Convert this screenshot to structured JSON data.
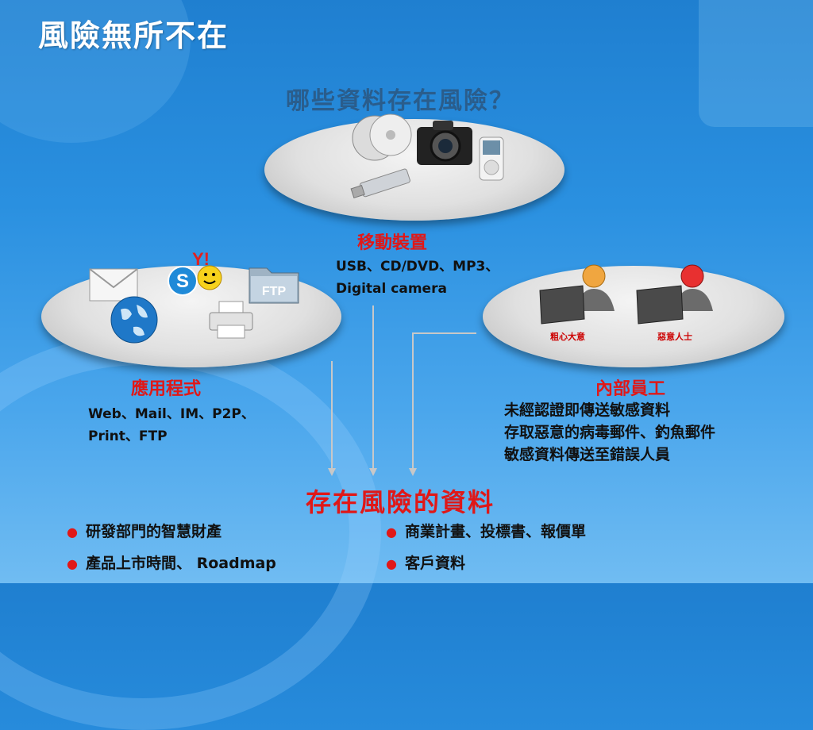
{
  "title": "風險無所不在",
  "question": "哪些資料存在風險？",
  "mobile": {
    "title": "移動裝置",
    "items": [
      "USB、CD/DVD、MP3、",
      "Digital camera"
    ]
  },
  "apps": {
    "title": "應用程式",
    "items": [
      "Web、Mail、IM、P2P、",
      "Print、FTP"
    ],
    "ftp_label": "FTP"
  },
  "employees": {
    "title": "內部員工",
    "items": [
      "未經認證即傳送敏感資料",
      "存取惡意的病毒郵件、釣魚郵件",
      "敏感資料傳送至錯誤人員"
    ],
    "person1": "粗心大意",
    "person2": "惡意人士"
  },
  "result": {
    "title": "存在風險的資料",
    "bullets": [
      "研發部門的智慧財產",
      "產品上市時間、 Roadmap",
      "商業計畫、投標書、報價單",
      "客戶資料"
    ]
  },
  "colors": {
    "accent": "#e01818",
    "question": "#2a5d8c",
    "background": "#2a90e0"
  }
}
